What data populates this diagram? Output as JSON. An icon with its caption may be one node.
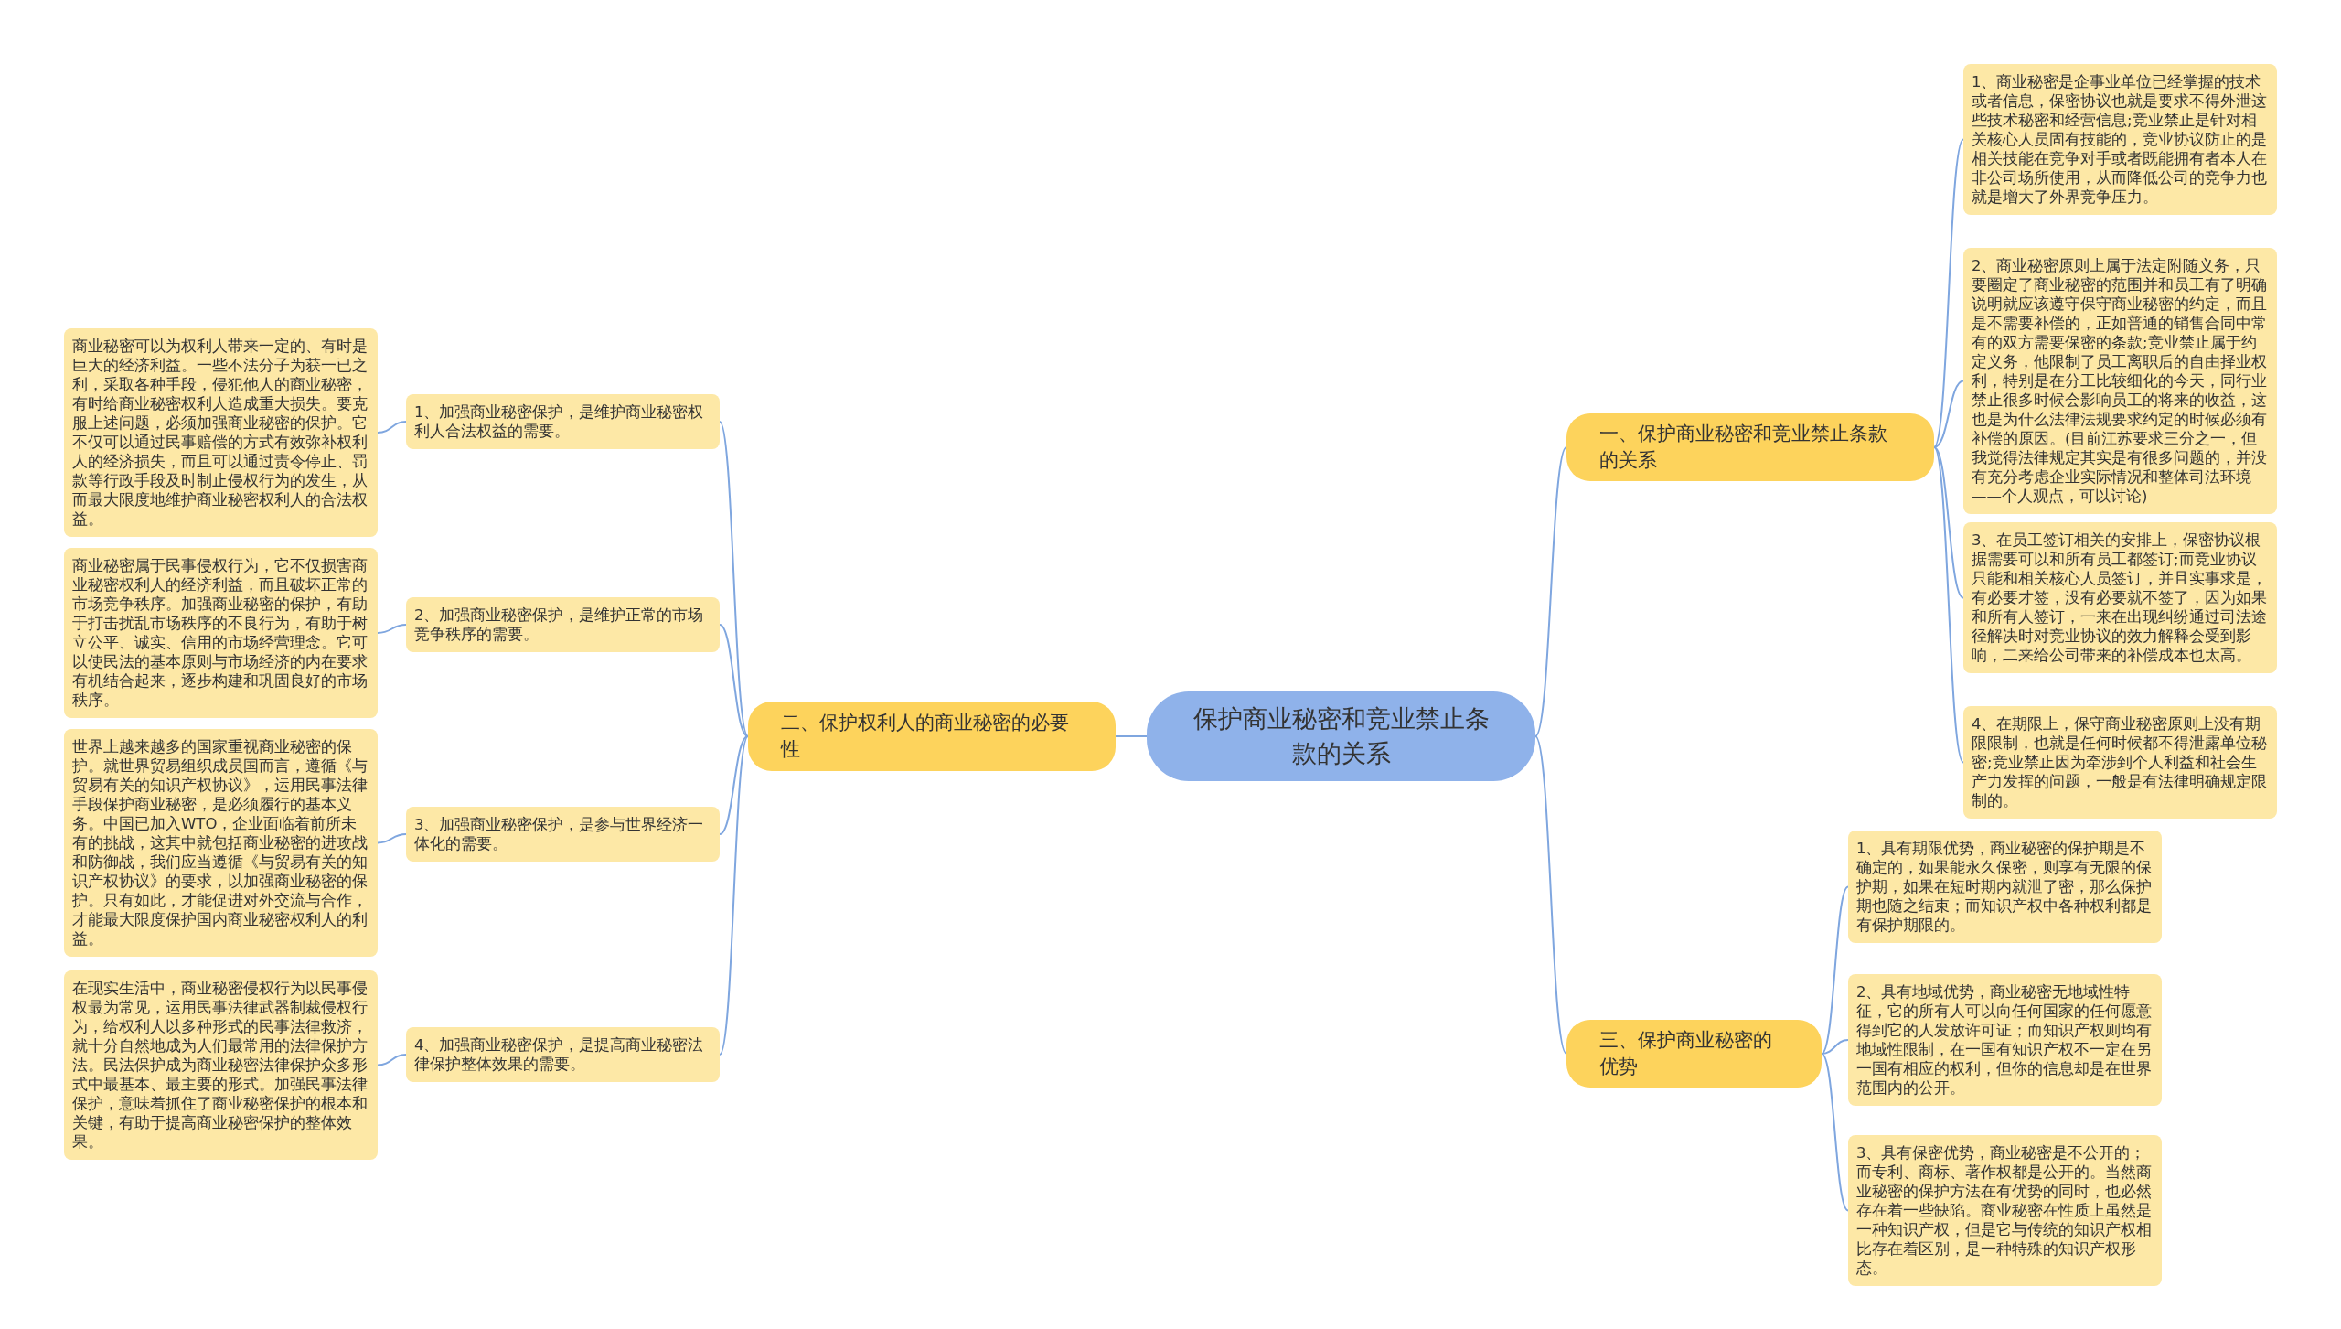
{
  "diagram": {
    "nodes": [
      {
        "text": [
          "保护商业秘密和竞业禁止条款的关系"
        ]
      },
      {
        "text": [
          "一、保护商业秘密和竞业禁止条款的关系"
        ]
      },
      {
        "text": [
          "1、商业秘密是企事业单位已经掌握的技术或者信息，保密协议也就是要求不得外泄这些技术秘密和经营信息;竞业禁止是针对相关核心人员固有技能的，竞业协议防止的是相关技能在竞争对手或者既能拥有者本人在非公司场所使用，从而降低公司的竞争力也就是增大了外界竞争压力。"
        ]
      },
      {
        "text": [
          "2、商业秘密原则上属于法定附随义务，只要圈定了商业秘密的范围并和员工有了明确说明就应该遵守保守商业秘密的约定，而且是不需要补偿的，正如普通的销售合同中常有的双方需要保密的条款;竞业禁止属于约定义务，他限制了员工离职后的自由择业权利，特别是在分工比较细化的今天，同行业禁止很多时候会影响员工的将来的收益，这也是为什么法律法规要求约定的时候必须有补偿的原因。(目前江苏要求三分之一，但我觉得法律规定其实是有很多问题的，并没有充分考虑企业实际情况和整体司法环境——个人观点，可以讨论)"
        ]
      },
      {
        "text": [
          "3、在员工签订相关的安排上，保密协议根据需要可以和所有员工都签订;而竞业协议只能和相关核心人员签订，并且实事求是，有必要才签，没有必要就不签了，因为如果和所有人签订，一来在出现纠纷通过司法途径解决时对竞业协议的效力解释会受到影响，二来给公司带来的补偿成本也太高。"
        ]
      },
      {
        "text": [
          "4、在期限上，保守商业秘密原则上没有期限限制，也就是任何时候都不得泄露单位秘密;竞业禁止因为牵涉到个人利益和社会生产力发挥的问题，一般是有法律明确规定限制的。"
        ]
      },
      {
        "text": [
          "二、保护权利人的商业秘密的必要性"
        ]
      },
      {
        "text": [
          "1、加强商业秘密保护，是维护商业秘密权利人合法权益的需要。"
        ]
      },
      {
        "text": [
          "2、加强商业秘密保护，是维护正常的市场竞争秩序的需要。"
        ]
      },
      {
        "text": [
          "3、加强商业秘密保护，是参与世界经济一体化的需要。"
        ]
      },
      {
        "text": [
          "4、加强商业秘密保护，是提高商业秘密法律保护整体效果的需要。"
        ]
      },
      {
        "text": [
          "商业秘密可以为权利人带来一定的、有时是巨大的经济利益。一些不法分子为获一已之利，采取各种手段，侵犯他人的商业秘密，有时给商业秘密权利人造成重大损失。要克服上述问题，必须加强商业秘密的保护。它不仅可以通过民事赔偿的方式有效弥补权利人的经济损失，而且可以通过责令停止、罚款等行政手段及时制止侵权行为的发生，从而最大限度地维护商业秘密权利人的合法权益。"
        ]
      },
      {
        "text": [
          "商业秘密属于民事侵权行为，它不仅损害商业秘密权利人的经济利益，而且破坏正常的市场竞争秩序。加强商业秘密的保护，有助于打击扰乱市场秩序的不良行为，有助于树立公平、诚实、信用的市场经营理念。它可以使民法的基本原则与市场经济的内在要求有机结合起来，逐步构建和巩固良好的市场秩序。"
        ]
      },
      {
        "text": [
          "世界上越来越多的国家重视商业秘密的保护。就世界贸易组织成员国而言，遵循《与贸易有关的知识产权协议》，运用民事法律手段保护商业秘密，是必须履行的基本义务。中国已加入WTO，企业面临着前所未有的挑战，这其中就包括商业秘密的进攻战和防御战，我们应当遵循《与贸易有关的知识产权协议》的要求，以加强商业秘密的保护。只有如此，才能促进对外交流与合作，才能最大限度保护国内商业秘密权利人的利益。"
        ]
      },
      {
        "text": [
          "在现实生活中，商业秘密侵权行为以民事侵权最为常见，运用民事法律武器制裁侵权行为，给权利人以多种形式的民事法律救济，就十分自然地成为人们最常用的法律保护方法。民法保护成为商业秘密法律保护众多形式中最基本、最主要的形式。加强民事法律保护，意味着抓住了商业秘密保护的根本和关键，有助于提高商业秘密保护的整体效果。"
        ]
      },
      {
        "text": [
          "三、保护商业秘密的优势"
        ]
      },
      {
        "text": [
          "1、具有期限优势，商业秘密的保护期是不确定的，如果能永久保密，则享有无限的保护期，如果在短时期内就泄了密，那么保护期也随之结束；而知识产权中各种权利都是有保护期限的。"
        ]
      },
      {
        "text": [
          "2、具有地域优势，商业秘密无地域性特征，它的所有人可以向任何国家的任何愿意得到它的人发放许可证；而知识产权则均有地域性限制，在一国有知识产权不一定在另一国有相应的权利，但你的信息却是在世界范围内的公开。"
        ]
      },
      {
        "text": [
          "3、具有保密优势，商业秘密是不公开的；而专利、商标、著作权都是公开的。当然商业秘密的保护方法在有优势的同时，也必然存在着一些缺陷。商业秘密在性质上虽然是一种知识产权，但是它与传统的知识产权相比存在着区别，是一种特殊的知识产权形态。"
        ]
      }
    ],
    "edges": [
      {
        "from": 0,
        "to": 1,
        "arrow": "none"
      },
      {
        "from": 1,
        "to": 2,
        "arrow": "none"
      },
      {
        "from": 1,
        "to": 3,
        "arrow": "none"
      },
      {
        "from": 1,
        "to": 4,
        "arrow": "none"
      },
      {
        "from": 1,
        "to": 5,
        "arrow": "none"
      },
      {
        "from": 0,
        "to": 6,
        "arrow": "none"
      },
      {
        "from": 6,
        "to": 7,
        "arrow": "none"
      },
      {
        "from": 6,
        "to": 8,
        "arrow": "none"
      },
      {
        "from": 6,
        "to": 9,
        "arrow": "none"
      },
      {
        "from": 6,
        "to": 10,
        "arrow": "none"
      },
      {
        "from": 7,
        "to": 11,
        "arrow": "none"
      },
      {
        "from": 8,
        "to": 12,
        "arrow": "none"
      },
      {
        "from": 9,
        "to": 13,
        "arrow": "none"
      },
      {
        "from": 10,
        "to": 14,
        "arrow": "none"
      },
      {
        "from": 0,
        "to": 15,
        "arrow": "none"
      },
      {
        "from": 15,
        "to": 16,
        "arrow": "none"
      },
      {
        "from": 15,
        "to": 17,
        "arrow": "none"
      },
      {
        "from": 15,
        "to": 18,
        "arrow": "none"
      }
    ]
  }
}
